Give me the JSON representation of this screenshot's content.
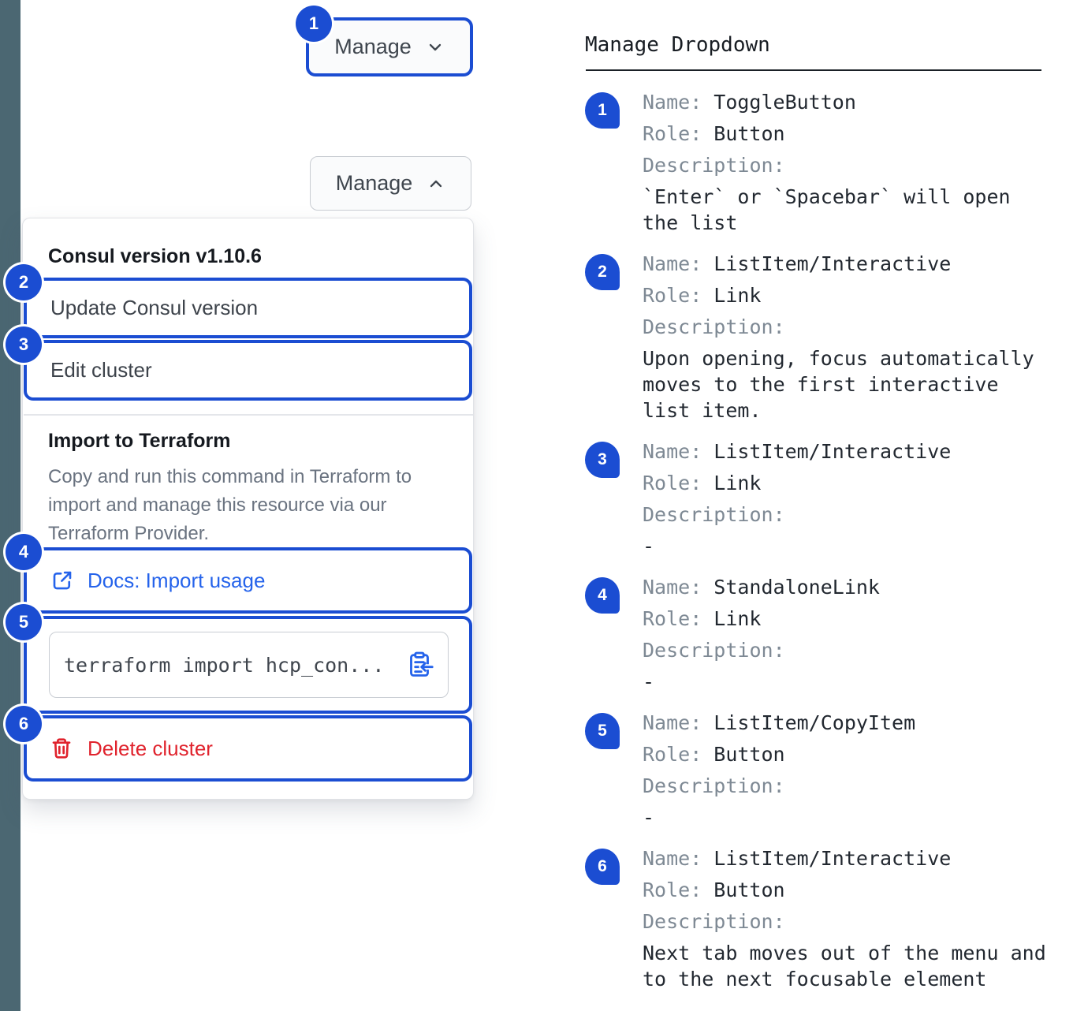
{
  "colors": {
    "accent": "#1b4dd2",
    "link": "#2563eb",
    "danger": "#e0232d",
    "sidebar": "#4b6772"
  },
  "manage_button": {
    "label": "Manage"
  },
  "dropdown": {
    "version_heading": "Consul version v1.10.6",
    "update_item": "Update Consul version",
    "edit_item": "Edit cluster",
    "import_heading": "Import to Terraform",
    "import_description": "Copy and run this command in Terraform to import and manage this resource via our Terraform Provider.",
    "docs_link": "Docs: Import usage",
    "terraform_command": "terraform import hcp_con...",
    "delete_item": "Delete cluster"
  },
  "spec_panel": {
    "title": "Manage Dropdown",
    "field_labels": {
      "name": "Name:",
      "role": "Role:",
      "description": "Description:"
    },
    "entries": [
      {
        "num": "1",
        "name": "ToggleButton",
        "role": "Button",
        "description": "`Enter` or `Spacebar` will open the list"
      },
      {
        "num": "2",
        "name": "ListItem/Interactive",
        "role": "Link",
        "description": "Upon opening, focus automatically moves to the first interactive list item."
      },
      {
        "num": "3",
        "name": "ListItem/Interactive",
        "role": "Link",
        "description": "-"
      },
      {
        "num": "4",
        "name": "StandaloneLink",
        "role": "Link",
        "description": "-"
      },
      {
        "num": "5",
        "name": "ListItem/CopyItem",
        "role": "Button",
        "description": "-"
      },
      {
        "num": "6",
        "name": "ListItem/Interactive",
        "role": "Button",
        "description": "Next tab moves out of the menu and to the next focusable element"
      }
    ]
  }
}
